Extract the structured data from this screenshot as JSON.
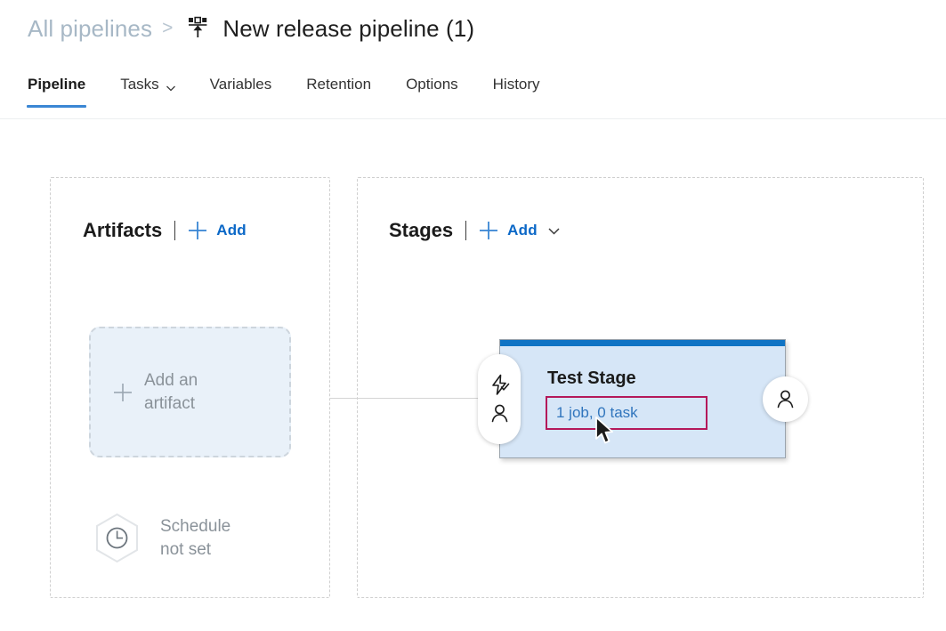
{
  "breadcrumb": {
    "parent_label": "All pipelines",
    "separator": ">",
    "icon": "release-pipeline-icon",
    "title": "New release pipeline (1)"
  },
  "tabs": [
    {
      "label": "Pipeline",
      "active": true,
      "has_chevron": false,
      "name": "tab-pipeline"
    },
    {
      "label": "Tasks",
      "active": false,
      "has_chevron": true,
      "name": "tab-tasks"
    },
    {
      "label": "Variables",
      "active": false,
      "has_chevron": false,
      "name": "tab-variables"
    },
    {
      "label": "Retention",
      "active": false,
      "has_chevron": false,
      "name": "tab-retention"
    },
    {
      "label": "Options",
      "active": false,
      "has_chevron": false,
      "name": "tab-options"
    },
    {
      "label": "History",
      "active": false,
      "has_chevron": false,
      "name": "tab-history"
    }
  ],
  "artifacts": {
    "title": "Artifacts",
    "add_label": "Add",
    "add_icon": "plus-icon",
    "add_artifact": {
      "icon": "plus-icon",
      "line1": "Add an",
      "line2": "artifact"
    },
    "schedule": {
      "icon": "clock-icon",
      "line1": "Schedule",
      "line2": "not set"
    }
  },
  "stages": {
    "title": "Stages",
    "add_label": "Add",
    "add_icon": "plus-icon",
    "add_chevron_icon": "chevron-down-icon",
    "stage": {
      "name": "Test Stage",
      "jobs_summary": "1 job, 0 task",
      "pre_deployment_icons": [
        "lightning-bolt-check-icon",
        "person-icon"
      ],
      "post_deployment_icon": "person-icon",
      "highlighted": true
    }
  },
  "colors": {
    "accent_blue": "#0f73c4",
    "link_blue": "#0b68c7",
    "tab_underline": "#3a86d4",
    "stage_fill": "#d6e6f7",
    "highlight_red": "#b4185a",
    "muted_text": "#8a9299",
    "breadcrumb_link": "#a7b8c6"
  }
}
